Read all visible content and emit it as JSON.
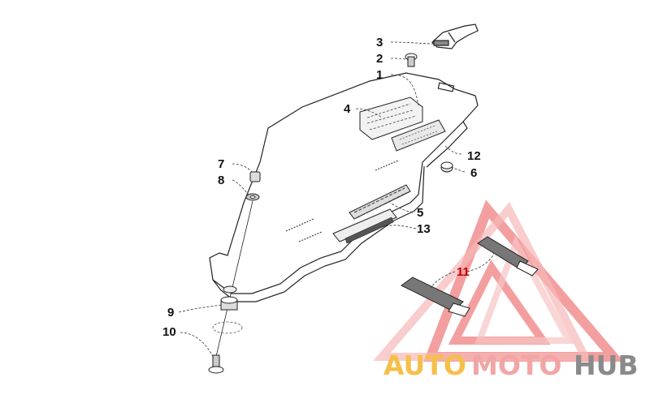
{
  "callouts": [
    {
      "id": "c1",
      "label": "1"
    },
    {
      "id": "c2",
      "label": "2"
    },
    {
      "id": "c3",
      "label": "3"
    },
    {
      "id": "c4",
      "label": "4"
    },
    {
      "id": "c5",
      "label": "5"
    },
    {
      "id": "c6",
      "label": "6"
    },
    {
      "id": "c7",
      "label": "7"
    },
    {
      "id": "c8",
      "label": "8"
    },
    {
      "id": "c9",
      "label": "9"
    },
    {
      "id": "c10",
      "label": "10"
    },
    {
      "id": "c11",
      "label": "11"
    },
    {
      "id": "c12",
      "label": "12"
    },
    {
      "id": "c13",
      "label": "13"
    }
  ],
  "watermark": {
    "text_part1": "AUTO",
    "text_part2": "MOTO",
    "text_part3": "HUB",
    "color_part1": "#f5c04a",
    "color_part2": "#f2a5a5",
    "color_part3": "#8a8a8a",
    "triangle_color": "#e86060"
  }
}
